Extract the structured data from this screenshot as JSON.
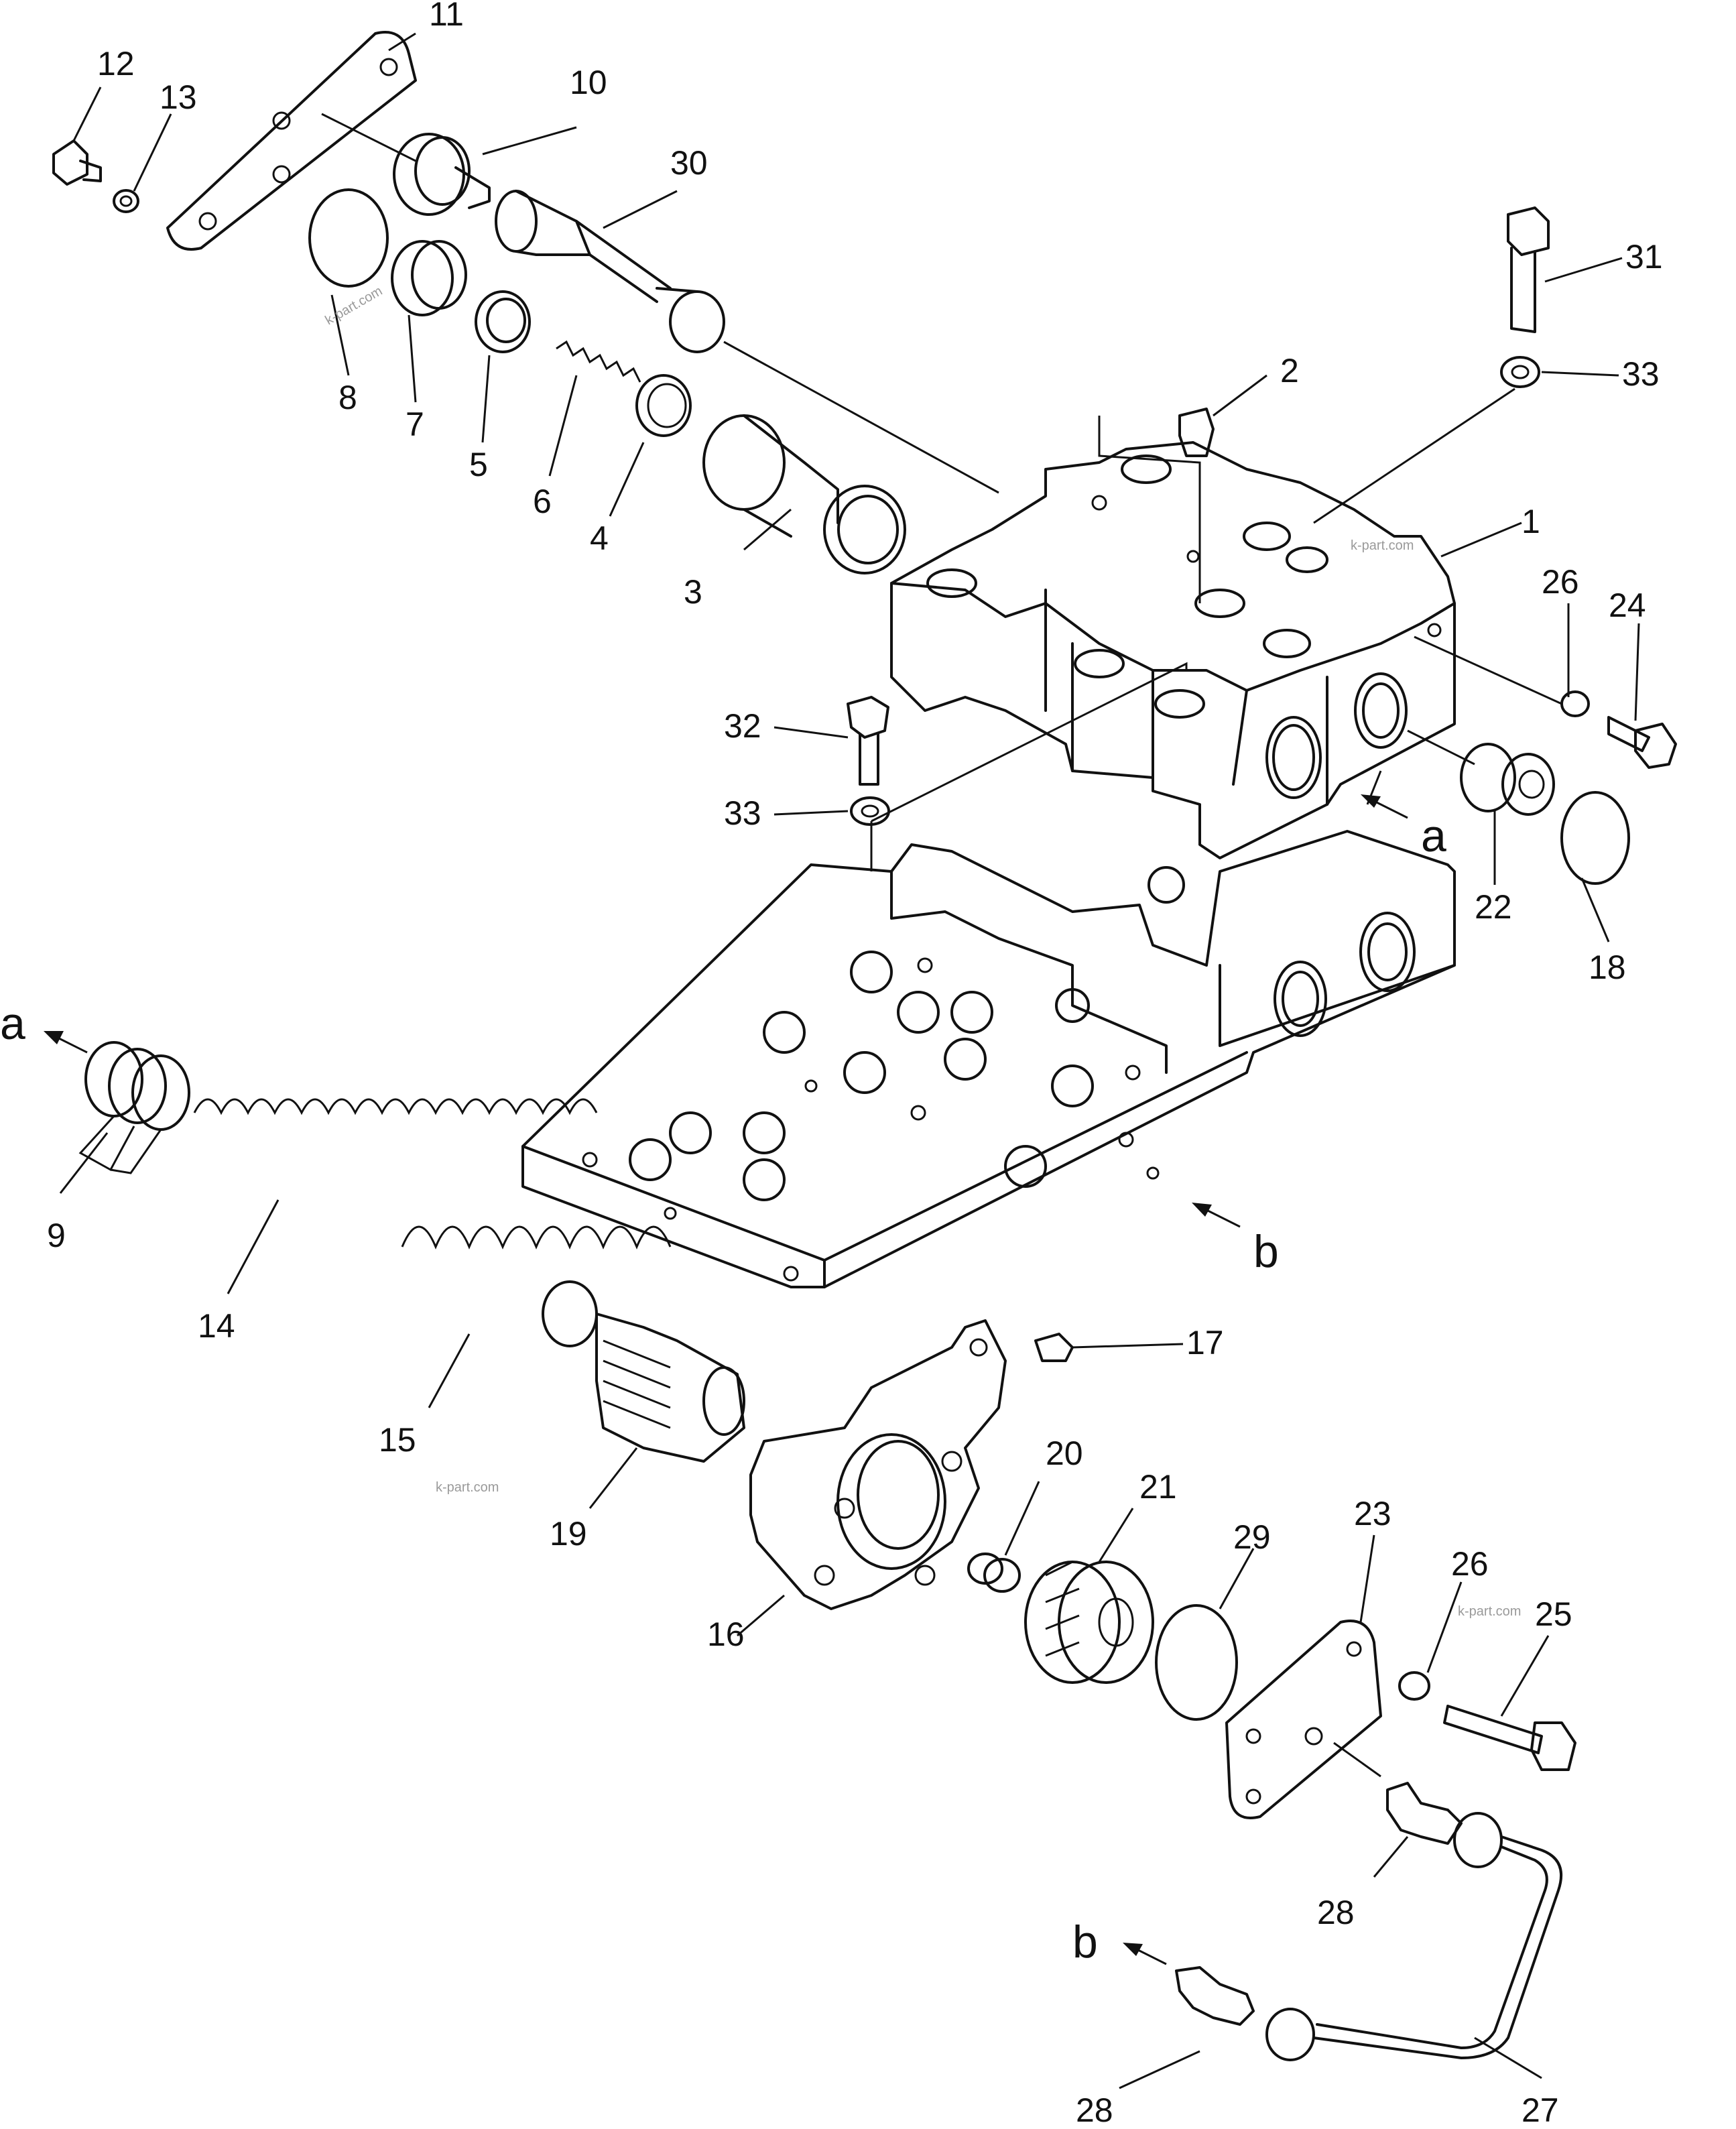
{
  "callouts": {
    "c1": "1",
    "c2": "2",
    "c3": "3",
    "c4": "4",
    "c5": "5",
    "c6": "6",
    "c7": "7",
    "c8": "8",
    "c9": "9",
    "c10": "10",
    "c11": "11",
    "c12": "12",
    "c13": "13",
    "c14": "14",
    "c15": "15",
    "c16": "16",
    "c17": "17",
    "c18": "18",
    "c19": "19",
    "c20": "20",
    "c21": "21",
    "c22": "22",
    "c23": "23",
    "c24": "24",
    "c25": "25",
    "c26a": "26",
    "c26b": "26",
    "c27": "27",
    "c28a": "28",
    "c28b": "28",
    "c29": "29",
    "c30": "30",
    "c31": "31",
    "c32": "32",
    "c33a": "33",
    "c33b": "33"
  },
  "flow_markers": {
    "a_right": "a",
    "a_left": "a",
    "b_right": "b",
    "b_bottom": "b"
  },
  "watermarks": [
    "k-part.com",
    "k-part.com",
    "k-part.com",
    "k-part.com"
  ]
}
